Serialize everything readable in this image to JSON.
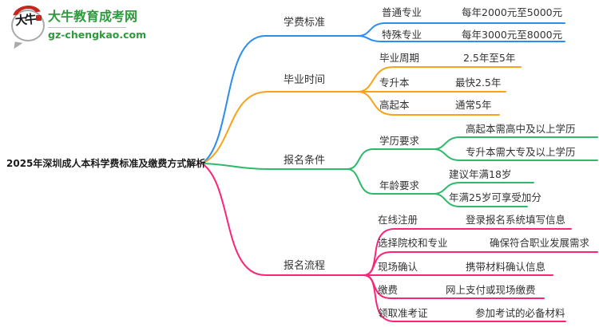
{
  "logo": {
    "badge_text": "大牛",
    "site_name": "大牛教育成考网",
    "site_domain": "gz-chengkao.com",
    "brand_color": "#2e9a3d",
    "badge_accent_color": "#c5271e"
  },
  "central_topic": "2025年深圳成人本科学费标准及缴费方式解析",
  "branches": [
    {
      "label": "学费标准",
      "color": "#2b8def",
      "children": [
        {
          "label": "普通专业",
          "value": "每年2000元至5000元"
        },
        {
          "label": "特殊专业",
          "value": "每年3000元至8000元"
        }
      ]
    },
    {
      "label": "毕业时间",
      "color": "#f9a21b",
      "children": [
        {
          "label": "毕业周期",
          "value": "2.5年至5年"
        },
        {
          "label": "专升本",
          "value": "最快2.5年"
        },
        {
          "label": "高起本",
          "value": "通常5年"
        }
      ]
    },
    {
      "label": "报名条件",
      "color": "#2fb96d",
      "children": [
        {
          "label": "学历要求",
          "values": [
            "高起本需高中及以上学历",
            "专升本需大专及以上学历"
          ]
        },
        {
          "label": "年龄要求",
          "values": [
            "建议年满18岁",
            "年满25岁可享受加分"
          ]
        }
      ]
    },
    {
      "label": "报名流程",
      "color": "#fb2577",
      "children": [
        {
          "label": "在线注册",
          "value": "登录报名系统填写信息"
        },
        {
          "label": "选择院校和专业",
          "value": "确保符合职业发展需求"
        },
        {
          "label": "现场确认",
          "value": "携带材料确认信息"
        },
        {
          "label": "缴费",
          "value": "网上支付或现场缴费"
        },
        {
          "label": "领取准考证",
          "value": "参加考试的必备材料"
        }
      ]
    }
  ]
}
